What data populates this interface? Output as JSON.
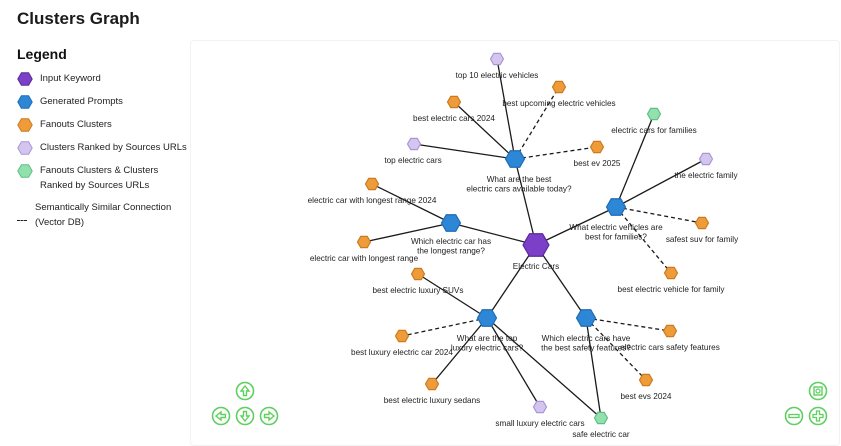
{
  "page": {
    "title": "Clusters Graph"
  },
  "legend": {
    "title": "Legend",
    "items": [
      {
        "label": "Input Keyword",
        "type": "input"
      },
      {
        "label": "Generated Prompts",
        "type": "prompt"
      },
      {
        "label": "Fanouts Clusters",
        "type": "fanout"
      },
      {
        "label": "Clusters Ranked by Sources URLs",
        "type": "ranked"
      },
      {
        "label": "Fanouts Clusters & Clusters Ranked by Sources URLs",
        "type": "both"
      }
    ],
    "connection_label": "Semantically Similar Connection (Vector DB)"
  },
  "colors": {
    "input": "#7b3fc8",
    "prompt": "#2d86d6",
    "fanout": "#ee9b3a",
    "ranked": "#d3c5ee",
    "both": "#92e0ad",
    "control": "#5fcf5f"
  },
  "graph": {
    "nodes": [
      {
        "id": "ec",
        "label": "Electric Cars",
        "type": "input"
      },
      {
        "id": "p1",
        "label": "What are the best electric cars available today?",
        "type": "prompt"
      },
      {
        "id": "p2",
        "label": "Which electric car has the longest range?",
        "type": "prompt"
      },
      {
        "id": "p3",
        "label": "What electric vehicles are best for families?",
        "type": "prompt"
      },
      {
        "id": "p4",
        "label": "What are the top luxury electric cars?",
        "type": "prompt"
      },
      {
        "id": "p5",
        "label": "Which electric cars have the best safety features?",
        "type": "prompt"
      },
      {
        "id": "a1",
        "label": "top 10 electric vehicles",
        "type": "ranked"
      },
      {
        "id": "a2",
        "label": "best upcoming electric vehicles",
        "type": "fanout"
      },
      {
        "id": "a3",
        "label": "best electric cars 2024",
        "type": "fanout"
      },
      {
        "id": "a4",
        "label": "top electric cars",
        "type": "ranked"
      },
      {
        "id": "a5",
        "label": "best ev 2025",
        "type": "fanout"
      },
      {
        "id": "b1",
        "label": "electric car with longest range 2024",
        "type": "fanout"
      },
      {
        "id": "b2",
        "label": "electric car with longest range",
        "type": "fanout"
      },
      {
        "id": "c1",
        "label": "electric cars for families",
        "type": "both"
      },
      {
        "id": "c2",
        "label": "the electric family",
        "type": "ranked"
      },
      {
        "id": "c3",
        "label": "safest suv for family",
        "type": "fanout"
      },
      {
        "id": "c4",
        "label": "best electric vehicle for family",
        "type": "fanout"
      },
      {
        "id": "d1",
        "label": "best electric luxury SUVs",
        "type": "fanout"
      },
      {
        "id": "d2",
        "label": "best luxury electric car 2024",
        "type": "fanout"
      },
      {
        "id": "d3",
        "label": "best electric luxury sedans",
        "type": "fanout"
      },
      {
        "id": "d4",
        "label": "small luxury electric cars",
        "type": "ranked"
      },
      {
        "id": "e1",
        "label": "electric cars safety features",
        "type": "fanout"
      },
      {
        "id": "e2",
        "label": "best evs 2024",
        "type": "fanout"
      },
      {
        "id": "e3",
        "label": "safe electric car",
        "type": "both"
      }
    ],
    "edges": [
      {
        "from": "ec",
        "to": "p1",
        "dashed": false
      },
      {
        "from": "ec",
        "to": "p2",
        "dashed": false
      },
      {
        "from": "ec",
        "to": "p3",
        "dashed": false
      },
      {
        "from": "ec",
        "to": "p4",
        "dashed": false
      },
      {
        "from": "ec",
        "to": "p5",
        "dashed": false
      },
      {
        "from": "p1",
        "to": "a1",
        "dashed": false
      },
      {
        "from": "p1",
        "to": "a2",
        "dashed": true
      },
      {
        "from": "p1",
        "to": "a3",
        "dashed": false
      },
      {
        "from": "p1",
        "to": "a4",
        "dashed": false
      },
      {
        "from": "p1",
        "to": "a5",
        "dashed": true
      },
      {
        "from": "p2",
        "to": "b1",
        "dashed": false
      },
      {
        "from": "p2",
        "to": "b2",
        "dashed": false
      },
      {
        "from": "p3",
        "to": "c1",
        "dashed": false
      },
      {
        "from": "p3",
        "to": "c2",
        "dashed": false
      },
      {
        "from": "p3",
        "to": "c3",
        "dashed": true
      },
      {
        "from": "p3",
        "to": "c4",
        "dashed": true
      },
      {
        "from": "p4",
        "to": "d1",
        "dashed": false
      },
      {
        "from": "p4",
        "to": "d2",
        "dashed": true
      },
      {
        "from": "p4",
        "to": "d3",
        "dashed": false
      },
      {
        "from": "p4",
        "to": "d4",
        "dashed": false
      },
      {
        "from": "p4",
        "to": "e3",
        "dashed": false
      },
      {
        "from": "p5",
        "to": "e1",
        "dashed": true
      },
      {
        "from": "p5",
        "to": "e2",
        "dashed": true
      },
      {
        "from": "p5",
        "to": "e3",
        "dashed": false
      }
    ]
  },
  "controls": {
    "icons": [
      "arrow-up-icon",
      "arrow-left-icon",
      "arrow-down-icon",
      "arrow-right-icon",
      "fit-view-icon",
      "zoom-out-icon",
      "zoom-in-icon"
    ]
  }
}
